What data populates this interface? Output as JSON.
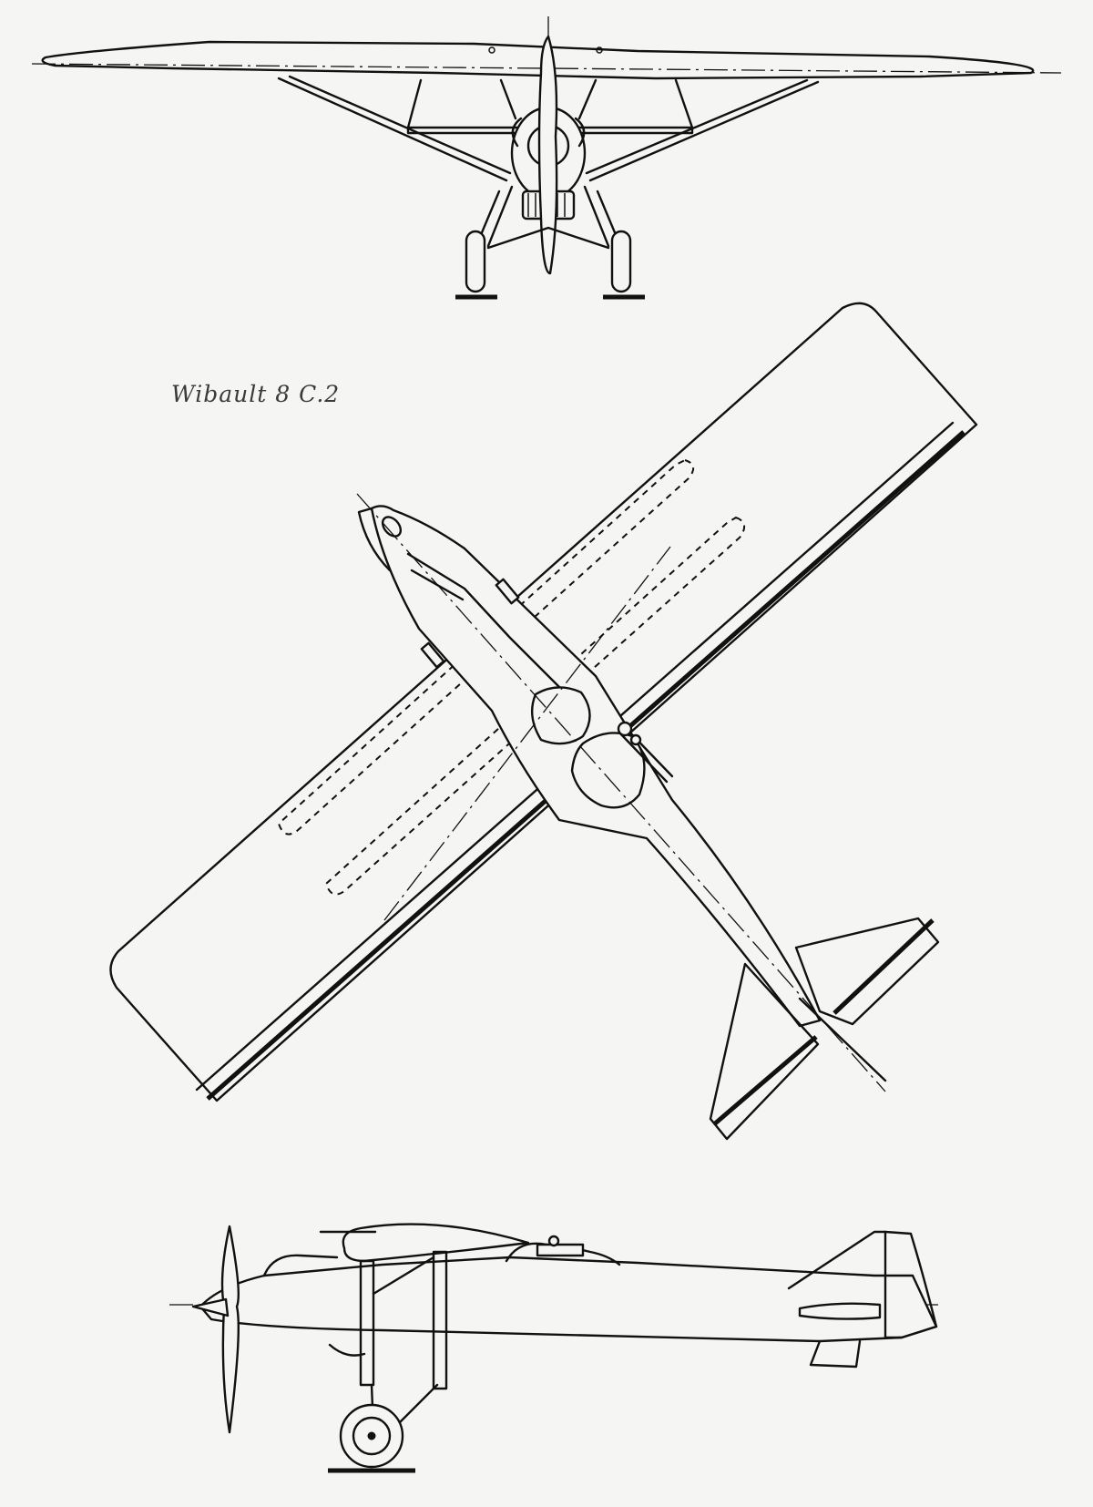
{
  "caption": "Wibault 8 C.2",
  "views": [
    "front-view",
    "top-view",
    "side-view"
  ]
}
